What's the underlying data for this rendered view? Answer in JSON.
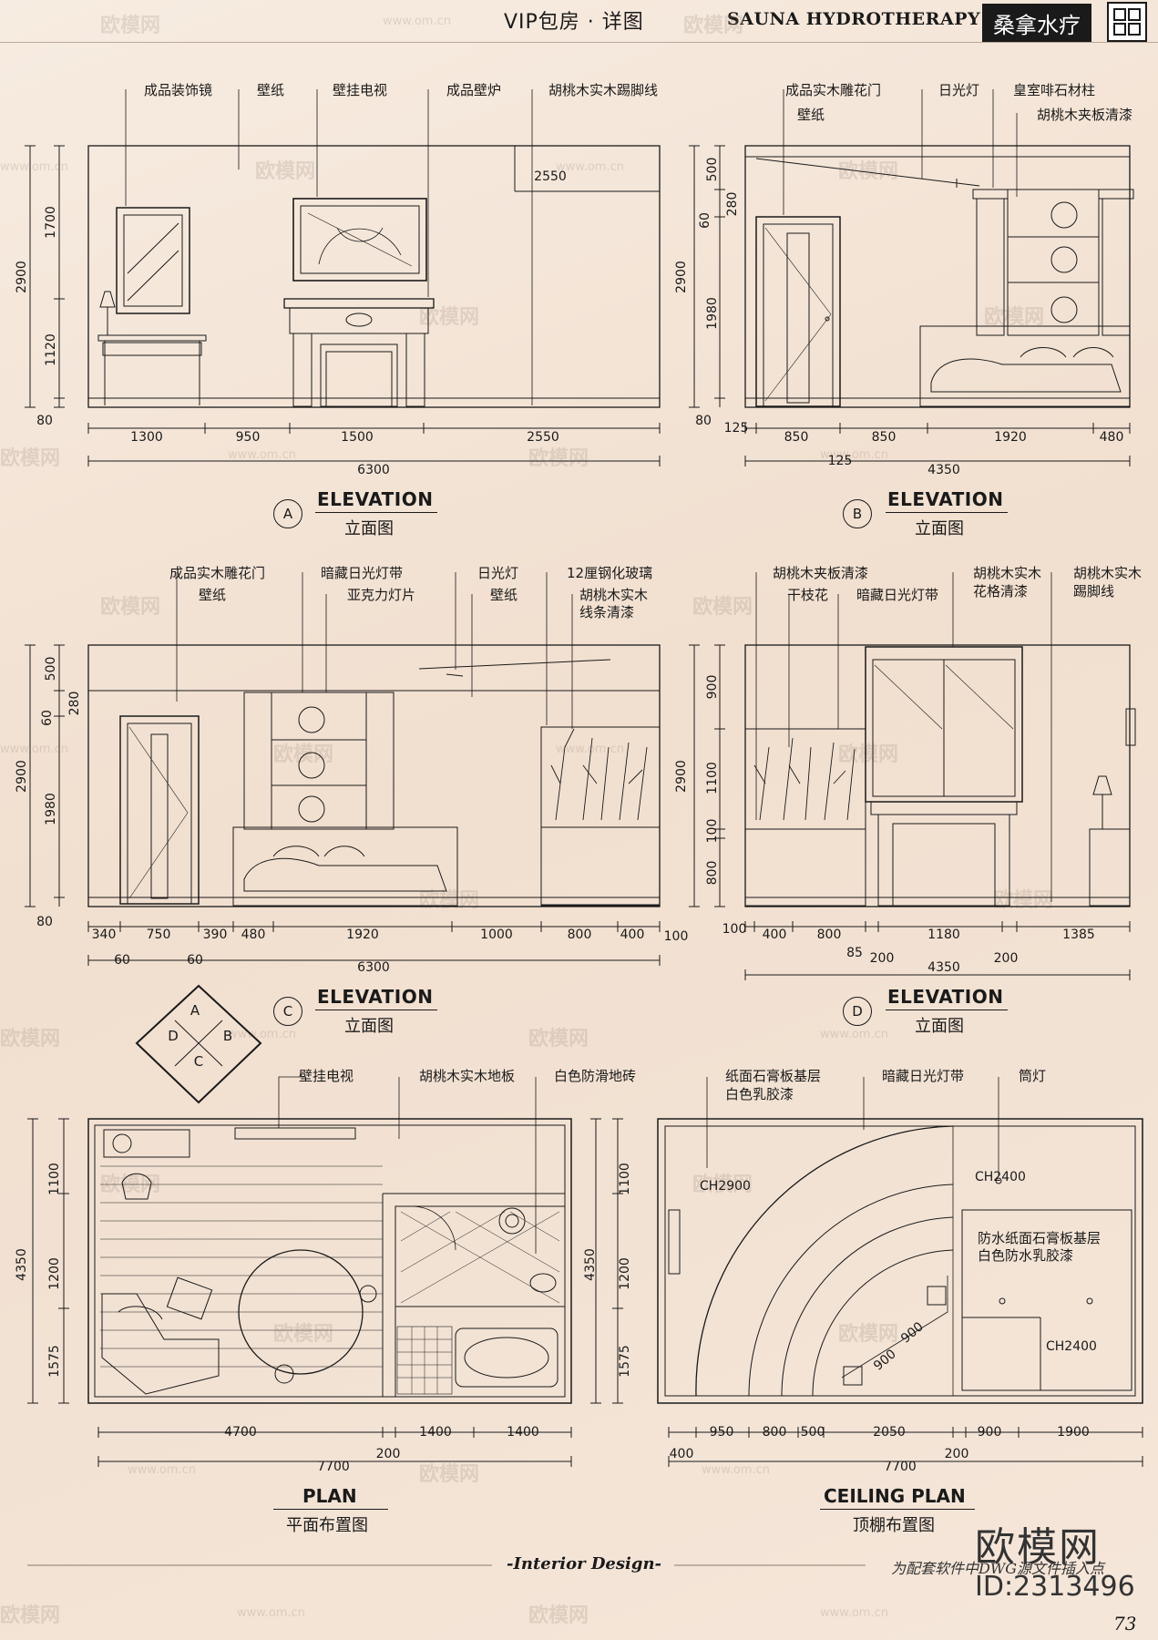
{
  "header": {
    "title": "VIP包房 · 详图",
    "title_en": "SAUNA HYDROTHERAPY",
    "badge": "桑拿水疗"
  },
  "elevation_a": {
    "label": "A",
    "title_en": "ELEVATION",
    "title_cn": "立面图",
    "callouts": [
      "成品装饰镜",
      "壁纸",
      "壁挂电视",
      "成品壁炉",
      "胡桃木实木踢脚线"
    ],
    "dims_v": [
      "1700",
      "1120",
      "2900",
      "80"
    ],
    "dims_h": [
      "1300",
      "950",
      "1500",
      "2550"
    ],
    "dims_h_extra": [
      "2550"
    ],
    "total": "6300"
  },
  "elevation_b": {
    "label": "B",
    "title_en": "ELEVATION",
    "title_cn": "立面图",
    "callouts": [
      "成品实木雕花门",
      "壁纸",
      "日光灯",
      "皇室啡石材柱",
      "胡桃木夹板清漆"
    ],
    "dims_v": [
      "500",
      "280",
      "60",
      "1980",
      "2900",
      "80"
    ],
    "dims_h": [
      "125",
      "850",
      "850",
      "1920",
      "480"
    ],
    "dims_h_sub": [
      "125"
    ],
    "total": "4350"
  },
  "elevation_c": {
    "label": "C",
    "title_en": "ELEVATION",
    "title_cn": "立面图",
    "callouts": [
      "成品实木雕花门",
      "壁纸",
      "暗藏日光灯带",
      "亚克力灯片",
      "日光灯",
      "壁纸",
      "12厘钢化玻璃",
      "胡桃木实木",
      "线条清漆"
    ],
    "dims_v": [
      "500",
      "280",
      "60",
      "1980",
      "2900",
      "80"
    ],
    "dims_h": [
      "340",
      "750",
      "390",
      "480",
      "1920",
      "1000",
      "800",
      "400",
      "100"
    ],
    "dims_h_sub": [
      "60",
      "60"
    ],
    "total": "6300"
  },
  "elevation_d": {
    "label": "D",
    "title_en": "ELEVATION",
    "title_cn": "立面图",
    "callouts": [
      "胡桃木夹板清漆",
      "干枝花",
      "暗藏日光灯带",
      "胡桃木实木",
      "花格清漆",
      "胡桃木实木",
      "踢脚线"
    ],
    "dims_v": [
      "900",
      "1100",
      "2900",
      "100",
      "800"
    ],
    "dims_h": [
      "100",
      "400",
      "800",
      "1180",
      "1385"
    ],
    "dims_h_sub": [
      "85",
      "200",
      "200"
    ],
    "total": "4350"
  },
  "key_plan": {
    "a": "A",
    "b": "B",
    "c": "C",
    "d": "D"
  },
  "plan": {
    "title_en": "PLAN",
    "title_cn": "平面布置图",
    "callouts": [
      "壁挂电视",
      "胡桃木实木地板",
      "白色防滑地砖"
    ],
    "dims_v": [
      "1100",
      "1200",
      "1575",
      "4350"
    ],
    "dims_h": [
      "4700",
      "1400",
      "1400"
    ],
    "dims_h_sub": [
      "200"
    ],
    "total": "7700"
  },
  "ceiling_plan": {
    "title_en": "CEILING PLAN",
    "title_cn": "顶棚布置图",
    "callouts": [
      "纸面石膏板基层",
      "白色乳胶漆",
      "暗藏日光灯带",
      "筒灯"
    ],
    "notes": [
      "防水纸面石膏板基层",
      "白色防水乳胶漆"
    ],
    "heights": [
      "CH2900",
      "CH2400",
      "CH2400"
    ],
    "dims_inner": [
      "900",
      "900"
    ],
    "dims_v": [
      "1100",
      "1200",
      "1575",
      "4350"
    ],
    "dims_h": [
      "950",
      "800",
      "500",
      "2050",
      "900",
      "1900"
    ],
    "dims_h_sub": [
      "400",
      "200"
    ],
    "total": "7700"
  },
  "footer": {
    "center": "-Interior Design-",
    "right": "为配套软件中DWG源文件插入点",
    "brand": "欧模网",
    "brand_id": "ID:2313496",
    "page": "73"
  },
  "watermarks": {
    "big": "欧模网",
    "small": "www.om.cn"
  }
}
